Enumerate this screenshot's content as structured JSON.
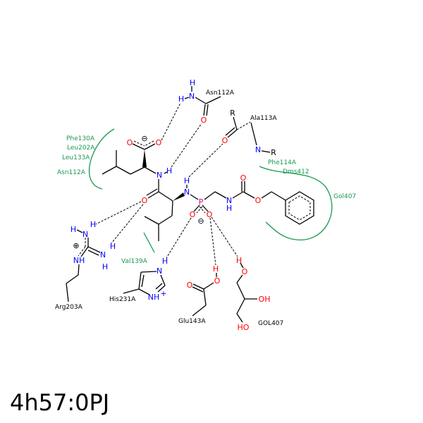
{
  "title": "4h57:0PJ",
  "atom_labels": {
    "O": "O",
    "N": "N",
    "H": "H",
    "NH": "NH",
    "P": "P",
    "R": "R",
    "OH": "OH",
    "HO": "HO",
    "NHplus": "NH",
    "plus": "+",
    "charge_minus": "⊖",
    "charge_plus": "⊕"
  },
  "residues": {
    "asn112": "Asn112A",
    "ala113": "Ala113A",
    "arg203": "Arg203A",
    "his231": "His231A",
    "glu143": "Glu143A",
    "gol407": "GOL407"
  },
  "hydrophobic": {
    "phe130": "Phe130A",
    "leu202": "Leu202A",
    "leu133": "Leu133A",
    "asn112": "Asn112A",
    "val139": "Val139A",
    "phe114": "Phe114A",
    "dms412": "Dms412",
    "gol407": "Gol407"
  },
  "colors": {
    "oxygen": "#ff0000",
    "nitrogen": "#0000ff",
    "phosphorus": "#e0007f",
    "hydrophobic": "#1a9850"
  }
}
